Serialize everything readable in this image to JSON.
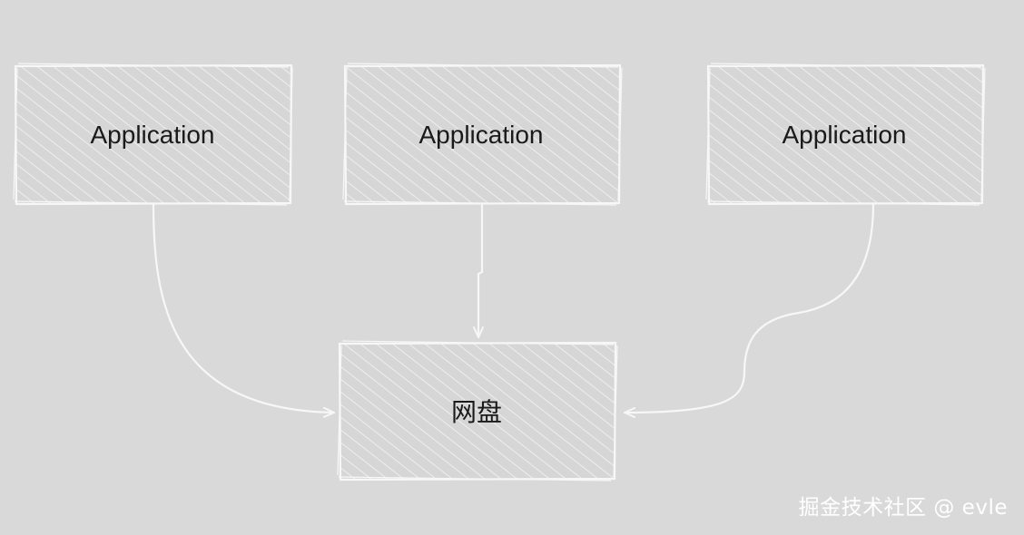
{
  "nodes": {
    "app_left": {
      "label": "Application"
    },
    "app_center": {
      "label": "Application"
    },
    "app_right": {
      "label": "Application"
    },
    "storage": {
      "label": "网盘"
    }
  },
  "watermark": "掘金技术社区 @ evle",
  "colors": {
    "background": "#d9d9d9",
    "box_fill": "#d6d6d6",
    "hatch": "#eeeeee",
    "stroke": "#f7f7f7",
    "text": "#1a1a1a"
  }
}
